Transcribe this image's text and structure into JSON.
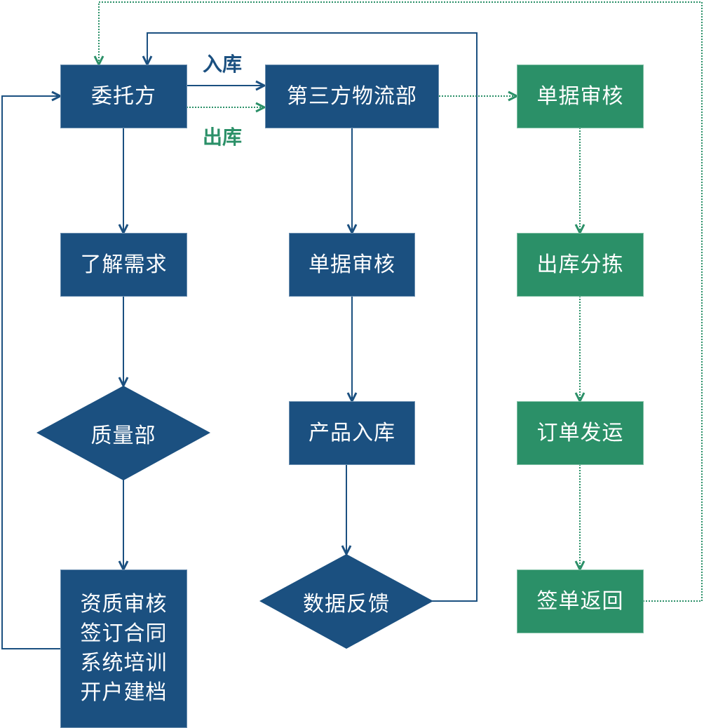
{
  "colors": {
    "inbound_flow": "#1b5080",
    "outbound_flow": "#2b9068"
  },
  "edge_labels": {
    "inbound": "入库",
    "outbound": "出库"
  },
  "nodes": {
    "client": "委托方",
    "third_party_logistics": "第三方物流部",
    "understand_needs": "了解需求",
    "quality_dept": "质量部",
    "qualification": [
      "资质审核",
      "签订合同",
      "系统培训",
      "开户建档"
    ],
    "inbound_doc_review": "单据审核",
    "product_inbound": "产品入库",
    "data_feedback": "数据反馈",
    "outbound_doc_review": "单据审核",
    "outbound_picking": "出库分拣",
    "order_shipping": "订单发运",
    "signed_return": "签单返回"
  }
}
